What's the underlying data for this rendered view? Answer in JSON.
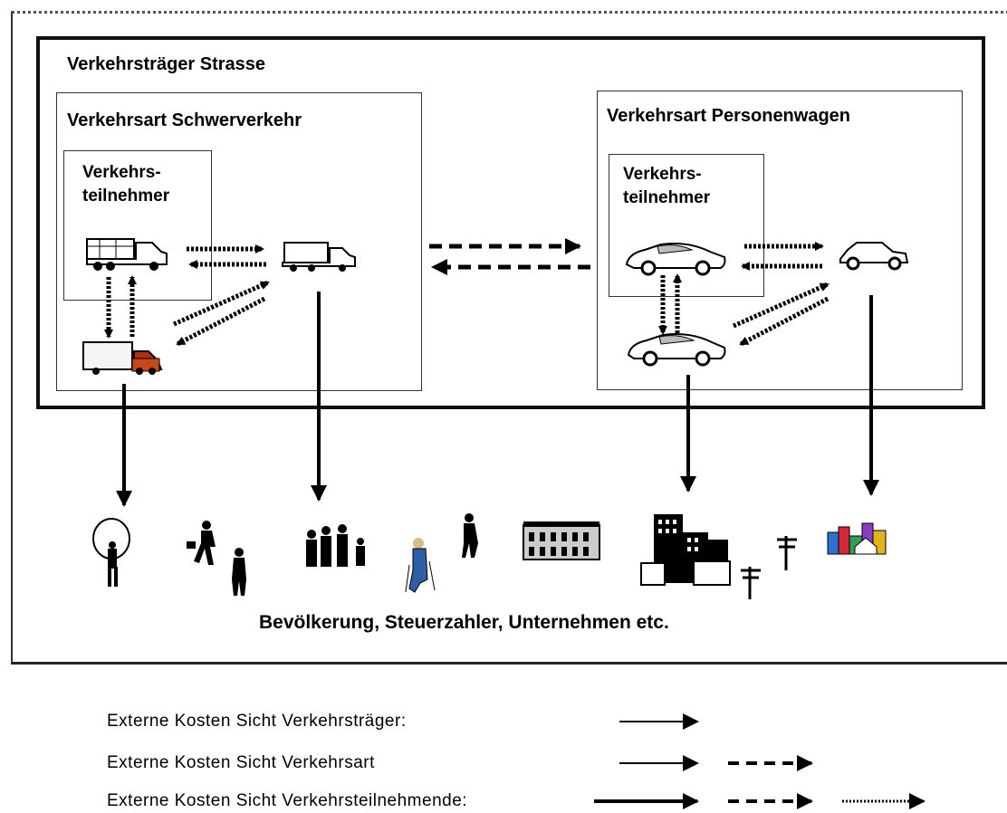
{
  "mode_box": {
    "title": "Verkehrsträger Strasse"
  },
  "heavy_box": {
    "title": "Verkehrsart Schwerverkehr",
    "participants_label_1": "Verkehrs-",
    "participants_label_2": "teilnehmer"
  },
  "car_box": {
    "title": "Verkehrsart Personenwagen",
    "participants_label_1": "Verkehrs-",
    "participants_label_2": "teilnehmer"
  },
  "population_label": "Bevölkerung, Steuerzahler, Unternehmen etc.",
  "legend": [
    {
      "label": "Externe Kosten Sicht Verkehrsträger:",
      "arrows": [
        "solid"
      ]
    },
    {
      "label": "Externe Kosten Sicht Verkehrsart",
      "arrows": [
        "solid",
        "dashed"
      ]
    },
    {
      "label": "Externe Kosten Sicht Verkehrsteilnehmende:",
      "arrows": [
        "solid",
        "dashed",
        "dotted"
      ]
    }
  ],
  "icons": [
    "truck-icon",
    "truck-icon",
    "delivery-truck-icon",
    "sports-car-icon",
    "sedan-car-icon",
    "person-icon",
    "family-icon",
    "building-icon",
    "city-icon",
    "power-pole-icon"
  ]
}
